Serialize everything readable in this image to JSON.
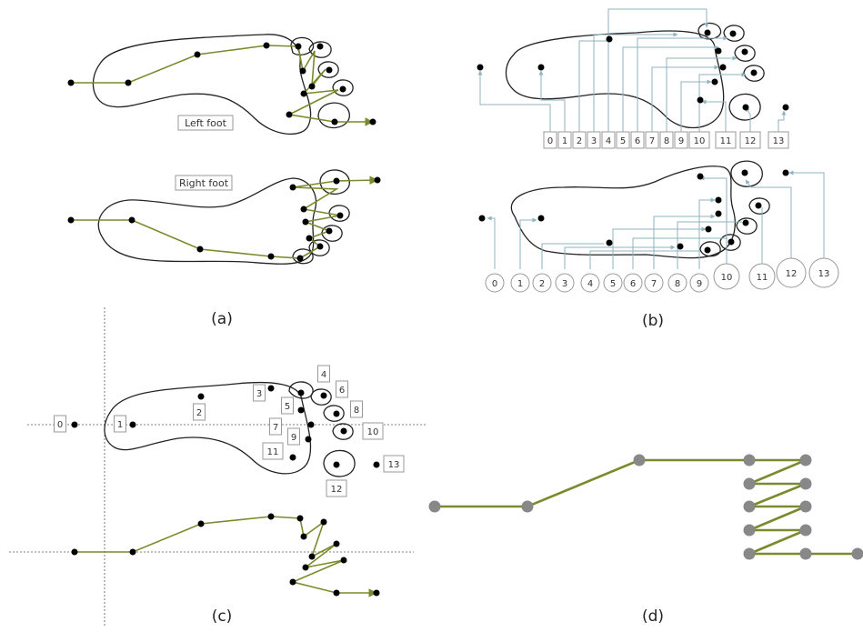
{
  "panels": {
    "a": {
      "caption": "(a)",
      "left_label": "Left foot",
      "right_label": "Right foot"
    },
    "b": {
      "caption": "(b)",
      "top_numbers": [
        "0",
        "1",
        "2",
        "3",
        "4",
        "5",
        "6",
        "7",
        "8",
        "9",
        "10",
        "11",
        "12",
        "13"
      ],
      "bottom_numbers": [
        "0",
        "1",
        "2",
        "3",
        "4",
        "5",
        "6",
        "7",
        "8",
        "9",
        "10",
        "11",
        "12",
        "13"
      ]
    },
    "c": {
      "caption": "(c)",
      "numbers": [
        "0",
        "1",
        "2",
        "3",
        "4",
        "5",
        "6",
        "7",
        "8",
        "9",
        "10",
        "11",
        "12",
        "13"
      ]
    },
    "d": {
      "caption": "(d)"
    }
  },
  "colors": {
    "path": "#7a8a2c",
    "connector": "#8fb3bf",
    "point": "#000000",
    "node_d": "#888888"
  }
}
